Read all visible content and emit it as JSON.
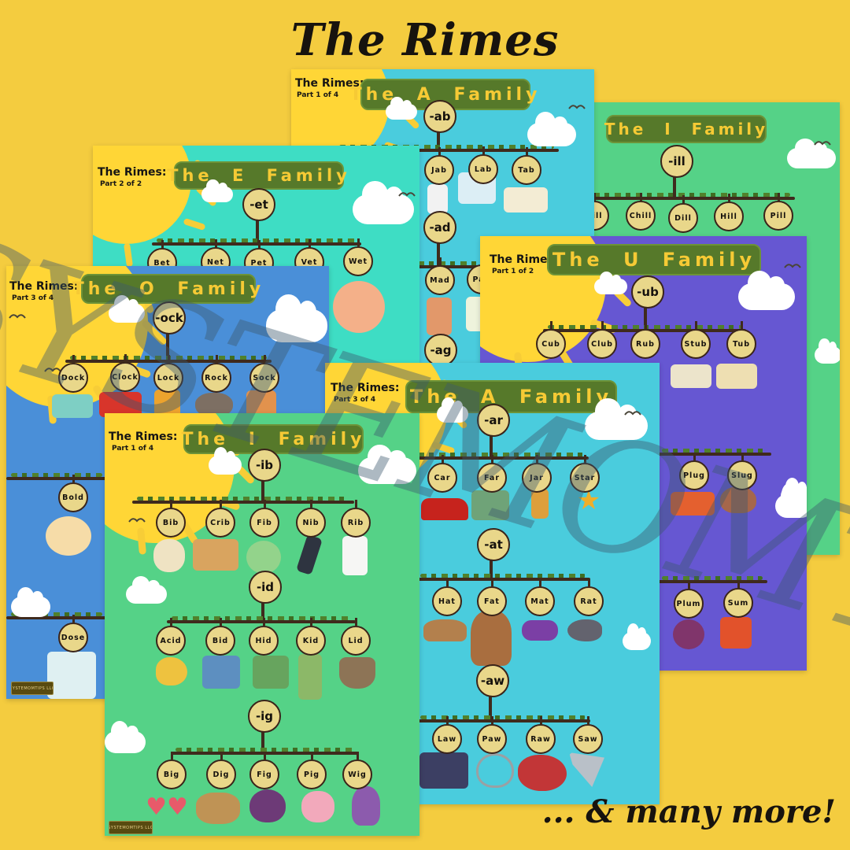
{
  "page": {
    "title": "The Rimes",
    "footer": "... & many more!",
    "watermark": "SYSTEMOMTIPS",
    "logo_text": "SYSTEMOMTIPS LLC",
    "colors": {
      "background": "#f4cc3f",
      "sun": "#ffd636",
      "banner_green": "#56792a",
      "banner_text": "#f6ca35",
      "node_fill": "#e9d78a",
      "branch_brown": "#3f2a1d",
      "cyan_poster": "#4accdd",
      "green_poster": "#55d287",
      "teal_poster": "#3eddc4",
      "blue_poster": "#4a8fd8",
      "purple_poster": "#6657d2"
    }
  },
  "posters": {
    "i_top": {
      "title": "The I Family",
      "rimes": [
        {
          "rime": "-ill",
          "words": [
            "Bill",
            "Chill",
            "Dill",
            "Hill",
            "Pill"
          ]
        }
      ]
    },
    "a_top": {
      "title": "The A Family",
      "badge": {
        "label": "The Rimes:",
        "part": "Part 1 of 4"
      },
      "rimes": [
        {
          "rime": "-ab",
          "words": [
            "Jab",
            "Lab",
            "Tab"
          ],
          "images": [
            "person-jab",
            "chemistry-lab",
            "file-tab"
          ]
        },
        {
          "rime": "-ad",
          "words": [
            "Mad",
            "Pad"
          ],
          "images": [
            "angry-girl-mad",
            "notepad-pad"
          ]
        },
        {
          "rime": "-ag",
          "words": []
        }
      ]
    },
    "e": {
      "title": "The E Family",
      "badge": {
        "label": "The Rimes:",
        "part": "Part 2 of 2"
      },
      "rimes": [
        {
          "rime": "-et",
          "words": [
            "Bet",
            "Net",
            "Pet",
            "Vet",
            "Wet"
          ],
          "images": [
            "baby-bath-wet"
          ]
        }
      ]
    },
    "o": {
      "title": "The O Family",
      "badge": {
        "label": "The Rimes:",
        "part": "Part 3 of 4"
      },
      "rimes": [
        {
          "rime": "-ock",
          "words": [
            "Dock",
            "Clock",
            "Lock",
            "Rock",
            "Sock"
          ],
          "images": [
            "dock",
            "digital-clock",
            "padlock",
            "rock",
            "socks"
          ]
        }
      ],
      "extra_words": [
        "Bold",
        "Dose"
      ],
      "extra_images": [
        "woman-mirror-bold",
        "medicine-dose"
      ]
    },
    "u": {
      "title": "The U Family",
      "badge": {
        "label": "The Rimes:",
        "part": "Part 1 of 2"
      },
      "rimes": [
        {
          "rime": "-ub",
          "words": [
            "Cub",
            "Club",
            "Rub",
            "Stub",
            "Tub"
          ],
          "images": [
            "admit-one-ticket-stub",
            "bathtub"
          ]
        }
      ],
      "extra_words": [
        "Plug",
        "Slug",
        "Plum",
        "Sum"
      ],
      "extra_images": [
        "power-plug",
        "snail-slug",
        "plum-fruit",
        "calculator-sum"
      ]
    },
    "a3": {
      "title": "The A Family",
      "badge": {
        "label": "The Rimes:",
        "part": "Part 3 of 4"
      },
      "rimes": [
        {
          "rime": "-ar",
          "words": [
            "Car",
            "Far",
            "Jar",
            "Star"
          ],
          "images": [
            "red-car",
            "world-map-far",
            "honey-jar",
            "gold-star"
          ]
        },
        {
          "rime": "-at",
          "words": [
            "Hat",
            "Fat",
            "Mat",
            "Rat"
          ],
          "images": [
            "cowboy-hat",
            "fat-cat",
            "yoga-mat",
            "rat"
          ]
        },
        {
          "rime": "-aw",
          "words": [
            "Law",
            "Paw",
            "Raw",
            "Saw"
          ],
          "images": [
            "judge-law",
            "paw-print",
            "raw-steak",
            "hand-saw"
          ]
        }
      ]
    },
    "i_bottom": {
      "title": "The I Family",
      "badge": {
        "label": "The Rimes:",
        "part": "Part 1 of 4"
      },
      "rimes": [
        {
          "rime": "-ib",
          "words": [
            "Bib",
            "Crib",
            "Fib",
            "Nib",
            "Rib"
          ],
          "images": [
            "baby-bib",
            "crib",
            "fib-face",
            "pen-nib",
            "skeleton-rib"
          ]
        },
        {
          "rime": "-id",
          "words": [
            "Acid",
            "Bid",
            "Hid",
            "Kid",
            "Lid"
          ],
          "images": [
            "stomach-acid",
            "auction-bid",
            "hide-seek-hid",
            "kid-boy",
            "pot-lid"
          ]
        },
        {
          "rime": "-ig",
          "words": [
            "Big",
            "Dig",
            "Fig",
            "Pig",
            "Wig"
          ],
          "images": [
            "hearts-big",
            "person-dig",
            "figs",
            "pig",
            "wig"
          ]
        }
      ]
    }
  }
}
